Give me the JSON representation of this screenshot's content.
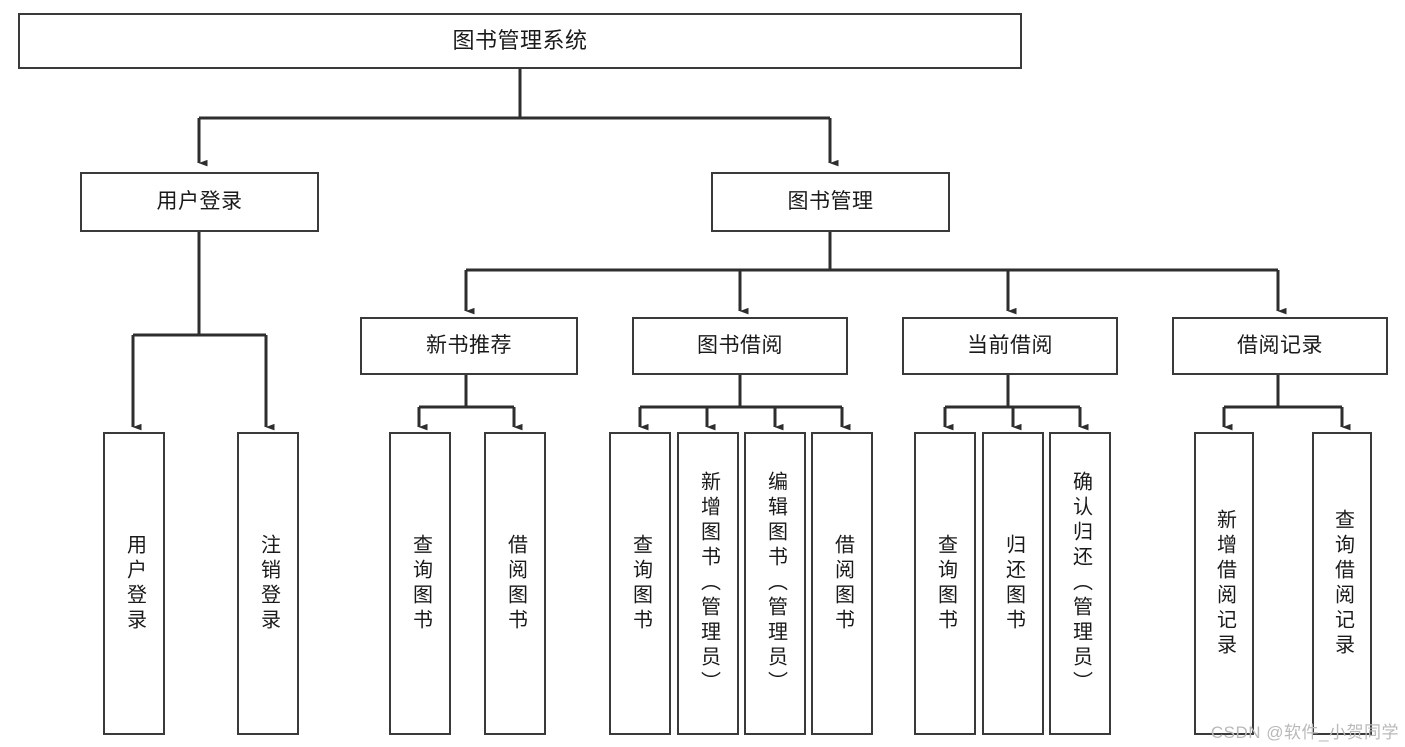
{
  "diagram": {
    "title": "图书管理系统",
    "type": "tree-hierarchy-chart",
    "stroke_color": "#3a3a3a",
    "text_color": "#1a1a1a",
    "background_color": "#ffffff",
    "watermark": "CSDN @软件_小贺同学",
    "watermark_color": "#b9b9b9"
  },
  "nodes": {
    "root": {
      "label": "图书管理系统"
    },
    "level2": [
      {
        "label": "用户登录"
      },
      {
        "label": "图书管理"
      }
    ],
    "level3": [
      {
        "label": "新书推荐"
      },
      {
        "label": "图书借阅"
      },
      {
        "label": "当前借阅"
      },
      {
        "label": "借阅记录"
      }
    ],
    "leaves": {
      "user_login": [
        {
          "label": "用户登录"
        },
        {
          "label": "注销登录"
        }
      ],
      "new_book_recommend": [
        {
          "label": "查询图书"
        },
        {
          "label": "借阅图书"
        }
      ],
      "book_borrow": [
        {
          "label": "查询图书"
        },
        {
          "label": "新增图书（管理员）"
        },
        {
          "label": "编辑图书（管理员）"
        },
        {
          "label": "借阅图书"
        }
      ],
      "current_borrow": [
        {
          "label": "查询图书"
        },
        {
          "label": "归还图书"
        },
        {
          "label": "确认归还（管理员）"
        }
      ],
      "borrow_record": [
        {
          "label": "新增借阅记录"
        },
        {
          "label": "查询借阅记录"
        }
      ]
    }
  }
}
